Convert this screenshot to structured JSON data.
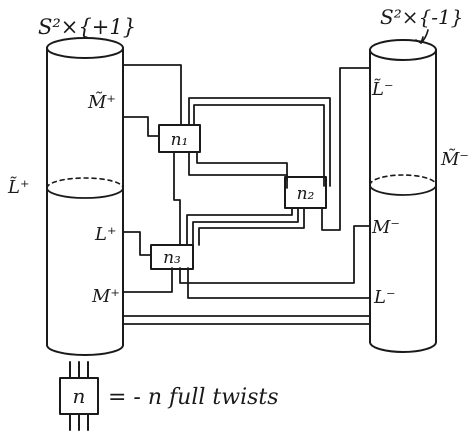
{
  "diagram": {
    "left_cylinder_label": "S²×{+1}",
    "right_cylinder_label": "S²×{-1}",
    "left_labels": {
      "m_tilde_plus": "M̃⁺",
      "l_tilde_plus": "L̃⁺",
      "l_plus": "L⁺",
      "m_plus": "M⁺"
    },
    "right_labels": {
      "l_tilde_minus": "L̃⁻",
      "m_tilde_minus": "M̃⁻",
      "m_minus": "M⁻",
      "l_minus": "L⁻"
    },
    "boxes": {
      "n1": "n₁",
      "n2": "n₂",
      "n3": "n₃"
    },
    "legend": {
      "box_label": "n",
      "text": "= - n full twists"
    }
  },
  "colors": {
    "ink": "#1a1a1a",
    "background": "#ffffff"
  }
}
